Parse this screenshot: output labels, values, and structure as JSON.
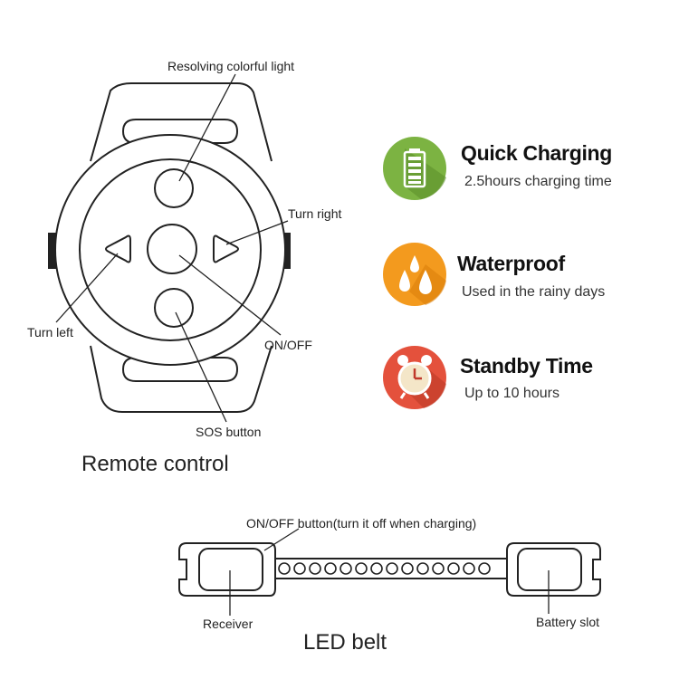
{
  "remote": {
    "labels": {
      "light": "Resolving colorful light",
      "turn_right": "Turn right",
      "turn_left": "Turn left",
      "onoff": "ON/OFF",
      "sos": "SOS button"
    },
    "caption": "Remote control"
  },
  "features": [
    {
      "title": "Quick Charging",
      "subtitle": "2.5hours charging time",
      "icon": "battery-icon",
      "color": "#7cb342"
    },
    {
      "title": "Waterproof",
      "subtitle": "Used in the rainy days",
      "icon": "water-drops-icon",
      "color": "#f39a1e"
    },
    {
      "title": "Standby Time",
      "subtitle": "Up to 10 hours",
      "icon": "alarm-clock-icon",
      "color": "#e4513c"
    }
  ],
  "belt": {
    "labels": {
      "onoff": "ON/OFF button(turn it off when charging)",
      "receiver": "Receiver",
      "battery": "Battery slot"
    },
    "caption": "LED belt"
  }
}
